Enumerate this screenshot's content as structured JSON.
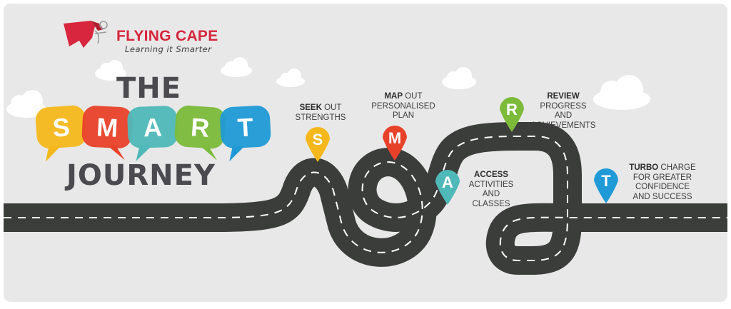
{
  "brand": {
    "name": "FLYING CAPE",
    "tagline": "Learning it Smarter"
  },
  "title": {
    "top": "THE",
    "bottom": "JOURNEY",
    "letters": [
      {
        "char": "S",
        "color": "#f4b81c"
      },
      {
        "char": "M",
        "color": "#e8412a"
      },
      {
        "char": "A",
        "color": "#4fb8b8"
      },
      {
        "char": "R",
        "color": "#7cba3a"
      },
      {
        "char": "T",
        "color": "#1f9ad6"
      }
    ]
  },
  "steps": [
    {
      "letter": "S",
      "color": "#f4b81c",
      "bold": "SEEK",
      "rest": " OUT",
      "lines": [
        "STRENGTHS"
      ]
    },
    {
      "letter": "M",
      "color": "#e8412a",
      "bold": "MAP",
      "rest": " OUT",
      "lines": [
        "PERSONALISED",
        "PLAN"
      ]
    },
    {
      "letter": "A",
      "color": "#4fb8b8",
      "bold": "ACCESS",
      "rest": "",
      "lines": [
        "ACTIVITIES",
        "AND",
        "CLASSES"
      ]
    },
    {
      "letter": "R",
      "color": "#7cba3a",
      "bold": "REVIEW",
      "rest": "",
      "lines": [
        "PROGRESS",
        "AND",
        "ACHIEVEMENTS"
      ]
    },
    {
      "letter": "T",
      "color": "#1f9ad6",
      "bold": "TURBO",
      "rest": " CHARGE",
      "lines": [
        "FOR GREATER",
        "CONFIDENCE",
        "AND SUCCESS"
      ]
    }
  ],
  "colors": {
    "background": "#e8e8e8",
    "road": "#3b3d3b",
    "road_line": "#ffffff",
    "brand_red": "#d7263d"
  },
  "icons": {
    "logo": "flying-cape-logo-icon",
    "cloud": "cloud-icon",
    "pin": "map-pin-icon"
  }
}
